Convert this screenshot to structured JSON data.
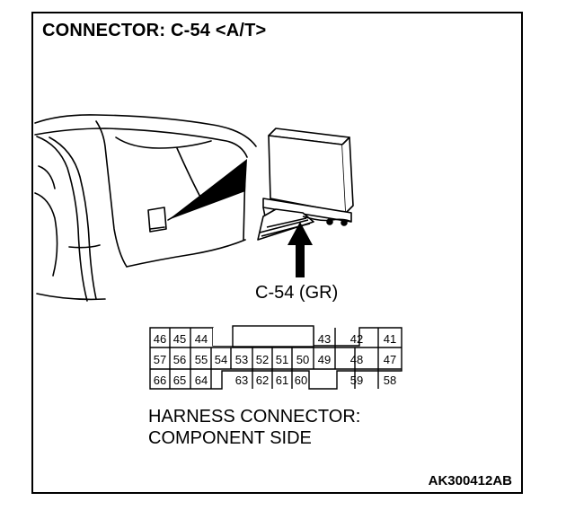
{
  "title": "CONNECTOR: C-54 <A/T>",
  "connector_label": "C-54 (GR)",
  "harness_note": {
    "line1": "HARNESS CONNECTOR:",
    "line2": "COMPONENT SIDE"
  },
  "figure_code": "AK300412AB",
  "pins": {
    "top_left": [
      "46",
      "45",
      "44"
    ],
    "top_right": [
      "43",
      "42",
      "41"
    ],
    "middle": [
      "57",
      "56",
      "55",
      "54",
      "53",
      "52",
      "51",
      "50",
      "49",
      "48",
      "47"
    ],
    "bottom_left": [
      "66",
      "65",
      "64"
    ],
    "bottom_center": [
      "63",
      "62",
      "61",
      "60"
    ],
    "bottom_right": [
      "59",
      "58"
    ]
  }
}
